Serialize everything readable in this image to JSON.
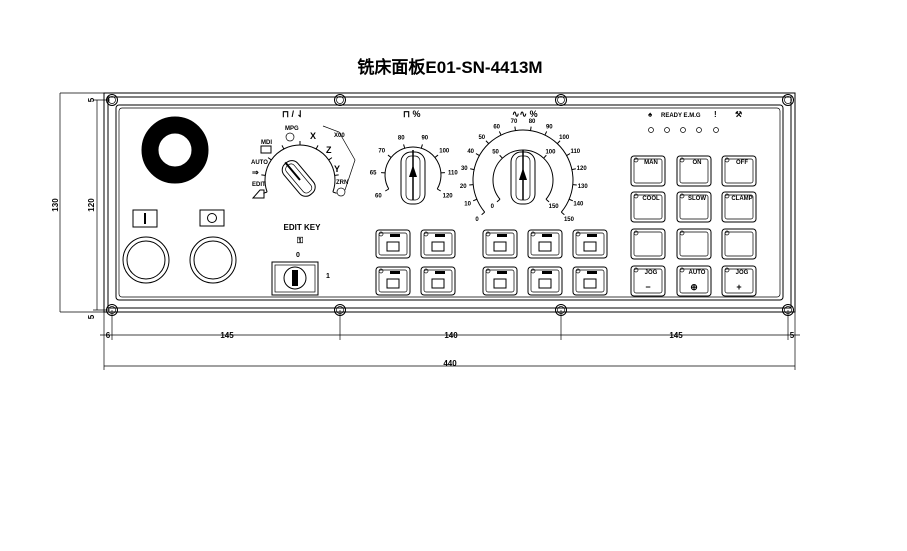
{
  "title": "铣床面板E01-SN-4413M",
  "dimensions": {
    "height_total": "130",
    "height_inner": "120",
    "margin_top": "5",
    "margin_bottom": "5",
    "margin_left": "6",
    "margin_right": "5",
    "section_left": "145",
    "section_middle": "140",
    "section_right": "145",
    "width_total": "440"
  },
  "mode_dial": {
    "header": "⊓ / ⇃",
    "labels": {
      "mdi": "MDI",
      "auto": "AUTO",
      "edit": "EDIT",
      "mpg": "MPG",
      "x": "X",
      "z": "Z",
      "y": "Y",
      "zrn": "ZRN",
      "x200": "X00"
    }
  },
  "feed_dial": {
    "header": "⊓ %",
    "ticks": [
      "60",
      "65",
      "70",
      "80",
      "90",
      "100",
      "110",
      "120"
    ]
  },
  "spindle_dial": {
    "header": "∿∿ %",
    "outer_ticks": [
      "0",
      "10",
      "20",
      "30",
      "40",
      "50",
      "60",
      "70",
      "80",
      "90",
      "100",
      "110",
      "120",
      "130",
      "140",
      "150"
    ],
    "inner_ticks": [
      "0",
      "50",
      "100",
      "150"
    ]
  },
  "edit_key": {
    "label": "EDIT KEY",
    "pos0": "0",
    "pos1": "1"
  },
  "status": {
    "ready_label": "READY E.M.G"
  },
  "right_keys": [
    {
      "label": "MAN"
    },
    {
      "label": "ON"
    },
    {
      "label": "OFF"
    },
    {
      "label": "COOL"
    },
    {
      "label": "SLOW"
    },
    {
      "label": "CLAMP"
    },
    {
      "label": ""
    },
    {
      "label": ""
    },
    {
      "label": ""
    },
    {
      "label": "JOG",
      "symbol": "−"
    },
    {
      "label": "AUTO",
      "symbol": "⊕"
    },
    {
      "label": "JOG",
      "symbol": "+"
    }
  ],
  "colors": {
    "line": "#000000",
    "background": "#ffffff"
  }
}
